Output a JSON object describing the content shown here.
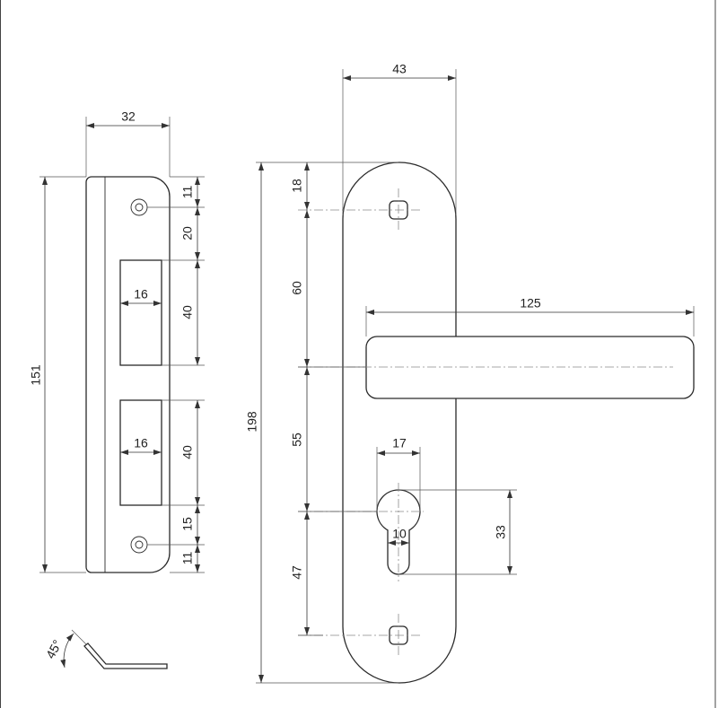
{
  "strike_plate": {
    "width_label": "32",
    "height_label": "151",
    "segment_labels": [
      "11",
      "20",
      "40",
      "40",
      "15",
      "11"
    ],
    "slot_width_labels": [
      "16",
      "16"
    ],
    "bend_angle_label": "45°"
  },
  "handle_plate": {
    "width_label": "43",
    "height_label": "198",
    "segment_labels": [
      "18",
      "60",
      "55",
      "47"
    ],
    "lever_length_label": "125",
    "cylinder_width_label": "17",
    "cylinder_slot_label": "10",
    "cylinder_height_label": "33"
  }
}
